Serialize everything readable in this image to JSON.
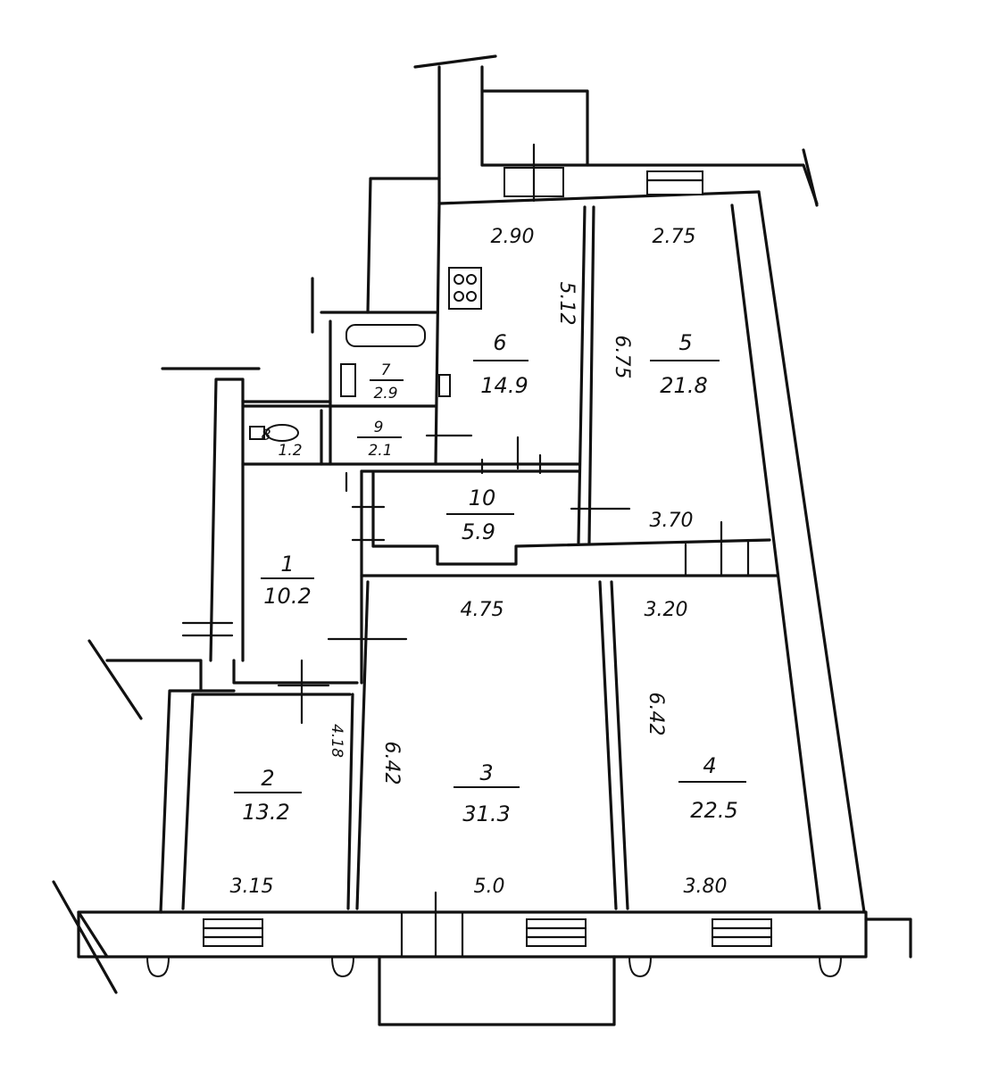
{
  "plan": {
    "rooms": [
      {
        "id": "1",
        "number": "1",
        "area": "10.2"
      },
      {
        "id": "2",
        "number": "2",
        "area": "13.2"
      },
      {
        "id": "3",
        "number": "3",
        "area": "31.3"
      },
      {
        "id": "4",
        "number": "4",
        "area": "22.5"
      },
      {
        "id": "5",
        "number": "5",
        "area": "21.8"
      },
      {
        "id": "6",
        "number": "6",
        "area": "14.9"
      },
      {
        "id": "7",
        "number": "7",
        "area": "2.9"
      },
      {
        "id": "8",
        "number": "8",
        "area": "1.2"
      },
      {
        "id": "9",
        "number": "9",
        "area": "2.1"
      },
      {
        "id": "10",
        "number": "10",
        "area": "5.9"
      }
    ],
    "dimensions": {
      "r6_width": "2.90",
      "r6_length": "5.12",
      "r5_width": "2.75",
      "r5_length": "6.75",
      "corridor_length": "3.70",
      "r3_top": "4.75",
      "r3_bottom": "5.0",
      "r3_length": "6.42",
      "r4_top": "3.20",
      "r4_bottom": "3.80",
      "r4_length": "6.42",
      "r2_bottom": "3.15",
      "r2_length": "4.18"
    }
  }
}
